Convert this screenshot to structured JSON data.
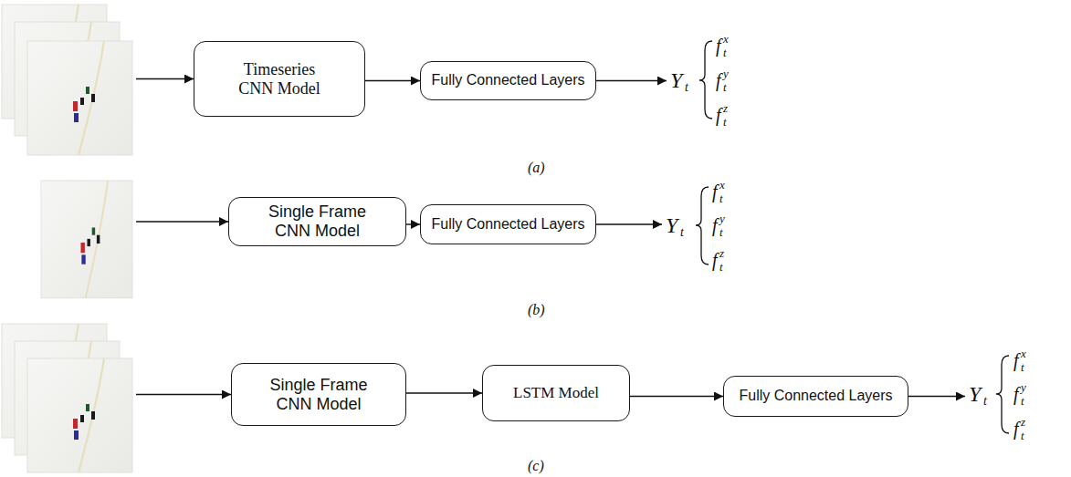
{
  "diagram": {
    "nodes": [
      {
        "text": [
          "Timeseries CNN Model"
        ]
      },
      {
        "text": [
          "Fully Connected Layers"
        ]
      },
      {
        "text": [
          "Single Frame CNN Model"
        ]
      },
      {
        "text": [
          "Fully Connected Layers"
        ]
      },
      {
        "text": [
          "Single Frame CNN Model"
        ]
      },
      {
        "text": [
          "LSTM Model"
        ]
      },
      {
        "text": [
          "Fully Connected Layers"
        ]
      }
    ],
    "edges": [
      {
        "from": 0,
        "to": 1,
        "arrow": "to"
      },
      {
        "from": 2,
        "to": 3,
        "arrow": "to"
      },
      {
        "from": 4,
        "to": 5,
        "arrow": "to"
      },
      {
        "from": 5,
        "to": 6,
        "arrow": "to"
      }
    ],
    "labels": [
      "Y",
      "t",
      "f",
      "t",
      "x",
      "f",
      "t",
      "y",
      "f",
      "t",
      "z",
      "(a)",
      "Y",
      "t",
      "f",
      "t",
      "x",
      "f",
      "t",
      "y",
      "f",
      "t",
      "z",
      "(b)",
      "Y",
      "t",
      "f",
      "t",
      "x",
      "f",
      "t",
      "y",
      "f",
      "t",
      "z",
      "(c)"
    ]
  }
}
